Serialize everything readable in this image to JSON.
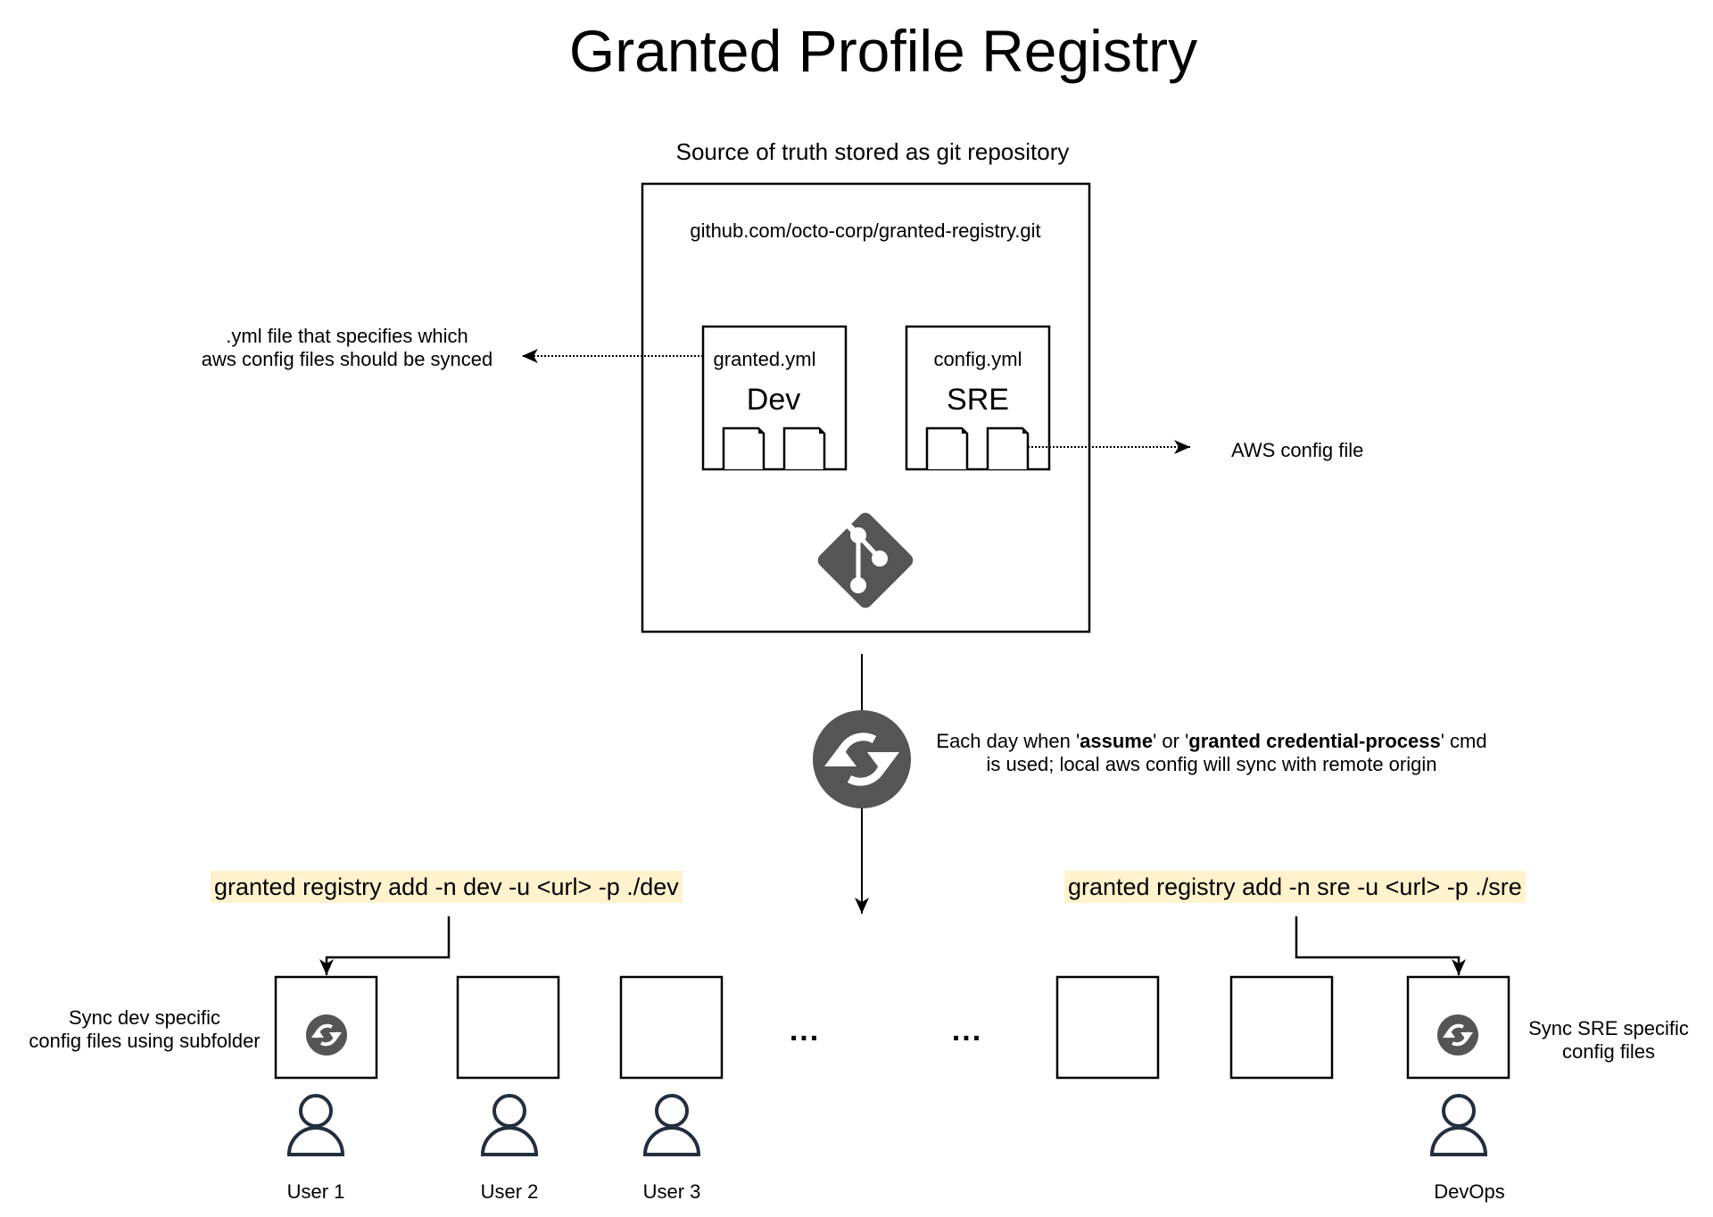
{
  "title": "Granted Profile Registry",
  "repository": {
    "caption": "Source of truth stored as git repository",
    "url": "github.com/octo-corp/granted-registry.git",
    "icon": "git-icon",
    "folders": [
      {
        "file": "granted.yml",
        "name": "Dev"
      },
      {
        "file": "config.yml",
        "name": "SRE"
      }
    ]
  },
  "annotations": {
    "yml_note_line1": ".yml file that specifies which",
    "yml_note_line2": "aws config files should be synced",
    "aws_config_note": "AWS config file"
  },
  "sync": {
    "icon": "sync-icon",
    "line1_pre": "Each day when '",
    "line1_bold1": "assume",
    "line1_mid": "' or '",
    "line1_bold2": "granted credential-process",
    "line1_post": "' cmd",
    "line2": "is used; local aws config will sync with remote origin"
  },
  "commands": {
    "dev": "granted registry add -n dev -u <url> -p ./dev",
    "sre": "granted registry add -n sre -u <url> -p ./sre"
  },
  "notes": {
    "dev_line1": "Sync dev specific",
    "dev_line2": "config files using subfolder",
    "sre_line1": "Sync SRE specific",
    "sre_line2": "config files"
  },
  "ellipsis": "...",
  "users": [
    {
      "label": "User 1"
    },
    {
      "label": "User 2"
    },
    {
      "label": "User 3"
    },
    {
      "label": "DevOps"
    }
  ],
  "colors": {
    "icon_fill": "#555555",
    "user_icon_stroke": "#232f3e",
    "command_highlight": "#fff2cc"
  }
}
